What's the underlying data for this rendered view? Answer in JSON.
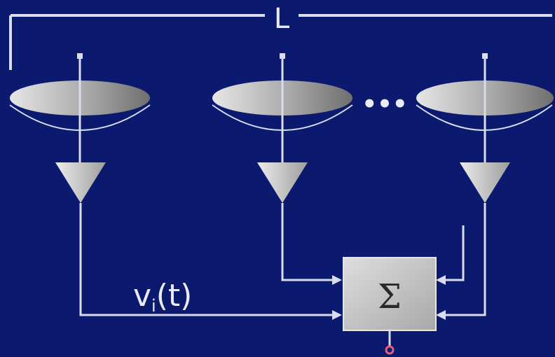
{
  "baseline": {
    "label": "L"
  },
  "dish_gap": {
    "label": "•••"
  },
  "signal": {
    "label": "v",
    "subscript": "i",
    "argument": "(t)"
  },
  "combiner": {
    "symbol": "Σ"
  },
  "colors": {
    "background": "#0b1a6e",
    "line": "#d8dcec",
    "dish_light": "#e6e6e6",
    "dish_dark": "#6f6f6f",
    "amplifier": "#cfcfcf",
    "box": "#c8c8c8",
    "output_dot": "#e0607a"
  },
  "icons": [
    "dish-antenna-icon",
    "amplifier-icon",
    "summation-icon"
  ]
}
